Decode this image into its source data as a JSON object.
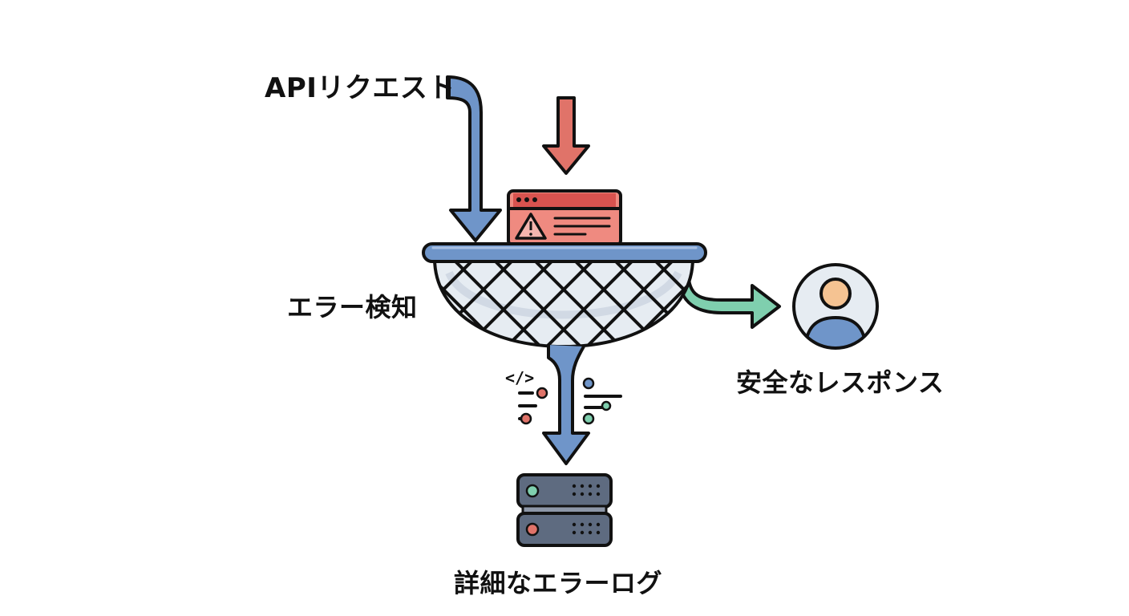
{
  "labels": {
    "api_request": "APIリクエスト",
    "error_detection": "エラー検知",
    "safe_response": "安全なレスポンス",
    "detailed_error_log": "詳細なエラーログ"
  },
  "code_glyph": "</>",
  "icons": {
    "request_arrow": "arrow-down-curved",
    "error_arrow": "arrow-down",
    "error_window": "browser-window-warning",
    "warning": "warning-triangle",
    "net": "catch-net",
    "response_arrow": "arrow-right-curved",
    "user": "user-avatar",
    "log_arrow": "arrow-down",
    "server": "server-rack"
  },
  "colors": {
    "request_blue": "#6f95c9",
    "error_red": "#e07369",
    "error_red_dark": "#d9534f",
    "response_green": "#7fcfae",
    "server_slate": "#5e6b80",
    "outline": "#111111"
  }
}
